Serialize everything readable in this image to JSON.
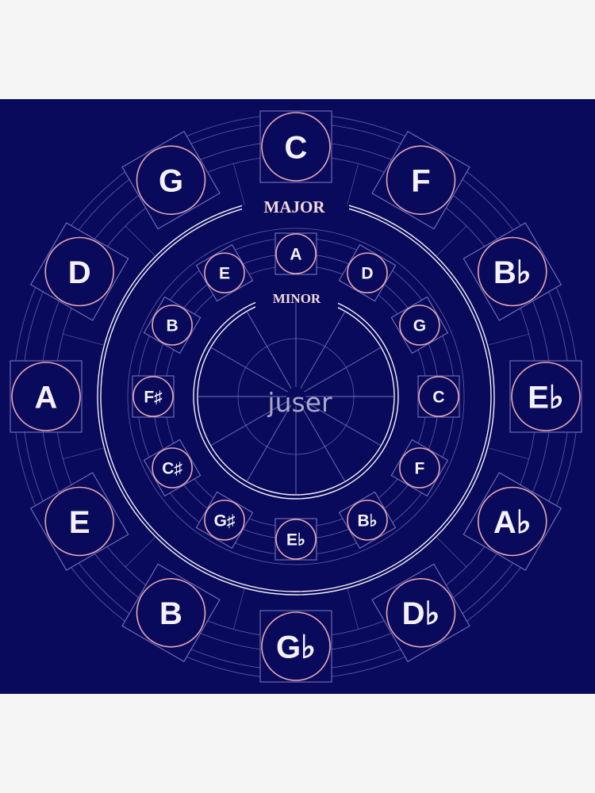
{
  "diagram": {
    "major_label": "MAJOR",
    "minor_label": "MINOR",
    "watermark": "juser",
    "colors": {
      "background": "#0a0a5c",
      "page": "#f5f5f5",
      "line": "#6f74b8",
      "accent_ring": "#e7a7b4",
      "text": "#f4f1f6"
    },
    "major_keys": [
      "C",
      "F",
      "B♭",
      "E♭",
      "A♭",
      "D♭",
      "G♭",
      "B",
      "E",
      "A",
      "D",
      "G"
    ],
    "minor_keys": [
      "A",
      "D",
      "G",
      "C",
      "F",
      "B♭",
      "E♭",
      "G♯",
      "C♯",
      "F♯",
      "B",
      "E"
    ]
  }
}
